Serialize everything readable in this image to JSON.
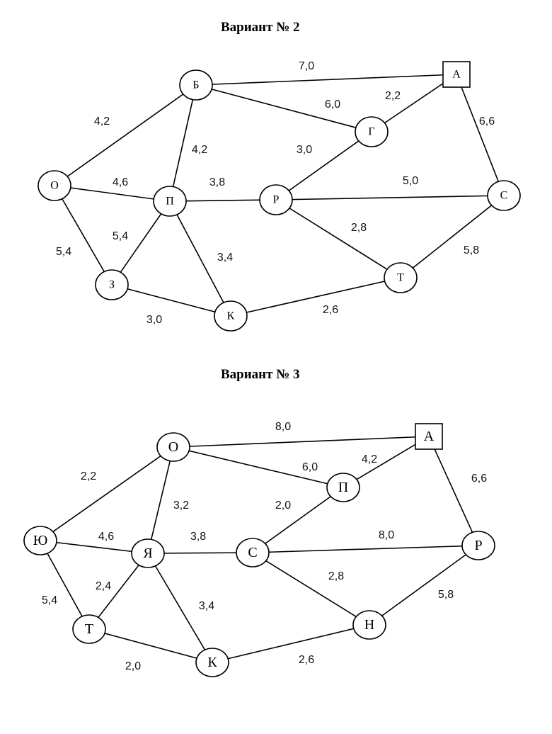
{
  "variants": [
    {
      "title": "Вариант № 2",
      "nodes": [
        {
          "id": "A",
          "label": "А",
          "shape": "square"
        },
        {
          "id": "B",
          "label": "Б",
          "shape": "circle"
        },
        {
          "id": "G",
          "label": "Г",
          "shape": "circle"
        },
        {
          "id": "O",
          "label": "О",
          "shape": "circle"
        },
        {
          "id": "P",
          "label": "П",
          "shape": "circle"
        },
        {
          "id": "R",
          "label": "Р",
          "shape": "circle"
        },
        {
          "id": "S",
          "label": "С",
          "shape": "circle"
        },
        {
          "id": "Z",
          "label": "З",
          "shape": "circle"
        },
        {
          "id": "K",
          "label": "К",
          "shape": "circle"
        },
        {
          "id": "T",
          "label": "Т",
          "shape": "circle"
        }
      ],
      "edges": [
        {
          "from": "B",
          "to": "A",
          "weight": "7,0"
        },
        {
          "from": "B",
          "to": "G",
          "weight": "6,0"
        },
        {
          "from": "G",
          "to": "A",
          "weight": "2,2"
        },
        {
          "from": "A",
          "to": "S",
          "weight": "6,6"
        },
        {
          "from": "O",
          "to": "B",
          "weight": "4,2"
        },
        {
          "from": "B",
          "to": "P",
          "weight": "4,2"
        },
        {
          "from": "R",
          "to": "G",
          "weight": "3,0"
        },
        {
          "from": "O",
          "to": "P",
          "weight": "4,6"
        },
        {
          "from": "P",
          "to": "R",
          "weight": "3,8"
        },
        {
          "from": "R",
          "to": "S",
          "weight": "5,0"
        },
        {
          "from": "O",
          "to": "Z",
          "weight": "5,4"
        },
        {
          "from": "P",
          "to": "Z",
          "weight": "5,4"
        },
        {
          "from": "P",
          "to": "K",
          "weight": "3,4"
        },
        {
          "from": "R",
          "to": "T",
          "weight": "2,8"
        },
        {
          "from": "T",
          "to": "S",
          "weight": "5,8"
        },
        {
          "from": "Z",
          "to": "K",
          "weight": "3,0"
        },
        {
          "from": "K",
          "to": "T",
          "weight": "2,6"
        }
      ]
    },
    {
      "title": "Вариант № 3",
      "nodes": [
        {
          "id": "A",
          "label": "А",
          "shape": "square"
        },
        {
          "id": "O",
          "label": "О",
          "shape": "circle"
        },
        {
          "id": "P",
          "label": "П",
          "shape": "circle"
        },
        {
          "id": "Yu",
          "label": "Ю",
          "shape": "circle"
        },
        {
          "id": "Ya",
          "label": "Я",
          "shape": "circle"
        },
        {
          "id": "S",
          "label": "С",
          "shape": "circle"
        },
        {
          "id": "R",
          "label": "Р",
          "shape": "circle"
        },
        {
          "id": "T",
          "label": "Т",
          "shape": "circle"
        },
        {
          "id": "K",
          "label": "К",
          "shape": "circle"
        },
        {
          "id": "N",
          "label": "Н",
          "shape": "circle"
        }
      ],
      "edges": [
        {
          "from": "O",
          "to": "A",
          "weight": "8,0"
        },
        {
          "from": "O",
          "to": "P",
          "weight": "6,0"
        },
        {
          "from": "P",
          "to": "A",
          "weight": "4,2"
        },
        {
          "from": "A",
          "to": "R",
          "weight": "6,6"
        },
        {
          "from": "Yu",
          "to": "O",
          "weight": "2,2"
        },
        {
          "from": "O",
          "to": "Ya",
          "weight": "3,2"
        },
        {
          "from": "S",
          "to": "P",
          "weight": "2,0"
        },
        {
          "from": "Yu",
          "to": "Ya",
          "weight": "4,6"
        },
        {
          "from": "Ya",
          "to": "S",
          "weight": "3,8"
        },
        {
          "from": "S",
          "to": "R",
          "weight": "8,0"
        },
        {
          "from": "Ya",
          "to": "T",
          "weight": "2,4"
        },
        {
          "from": "Yu",
          "to": "T",
          "weight": "5,4"
        },
        {
          "from": "Ya",
          "to": "K",
          "weight": "3,4"
        },
        {
          "from": "S",
          "to": "N",
          "weight": "2,8"
        },
        {
          "from": "N",
          "to": "R",
          "weight": "5,8"
        },
        {
          "from": "T",
          "to": "K",
          "weight": "2,0"
        },
        {
          "from": "K",
          "to": "N",
          "weight": "2,6"
        }
      ]
    }
  ]
}
